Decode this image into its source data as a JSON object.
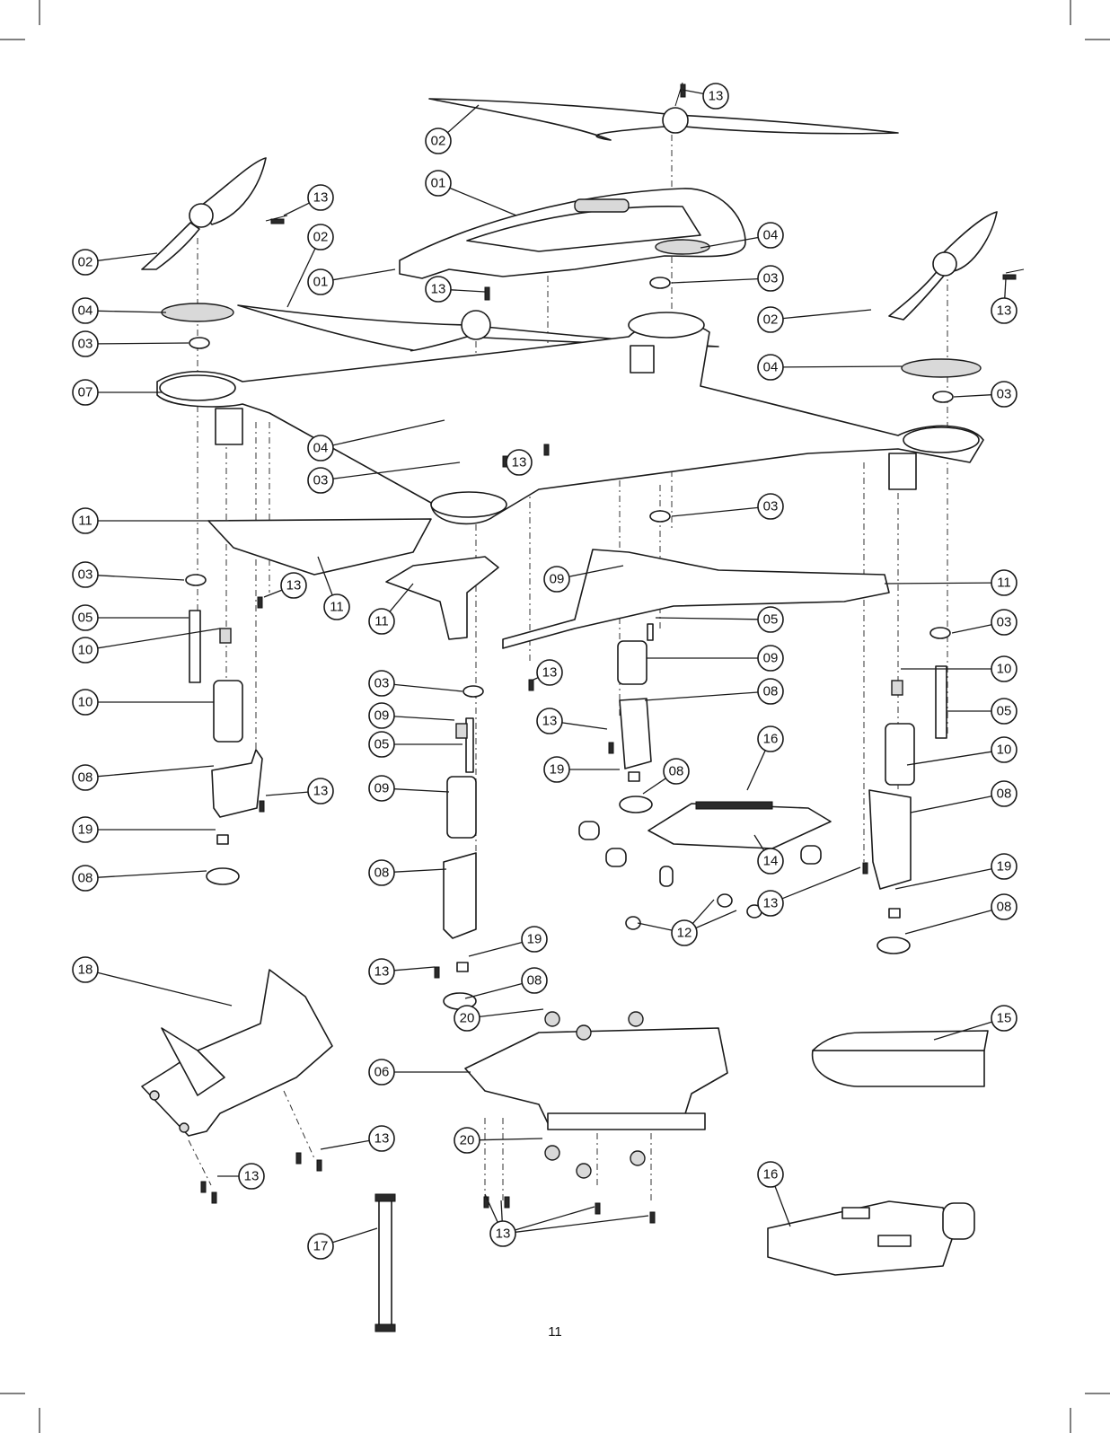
{
  "page_number": "11",
  "callouts": [
    {
      "id": "c-02-top",
      "label": "02"
    },
    {
      "id": "c-13-top",
      "label": "13"
    },
    {
      "id": "c-01-a",
      "label": "01"
    },
    {
      "id": "c-13-a",
      "label": "13"
    },
    {
      "id": "c-02-b",
      "label": "02"
    },
    {
      "id": "c-02-left",
      "label": "02"
    },
    {
      "id": "c-01-b",
      "label": "01"
    },
    {
      "id": "c-13-b",
      "label": "13"
    },
    {
      "id": "c-04-a",
      "label": "04"
    },
    {
      "id": "c-03-a",
      "label": "03"
    },
    {
      "id": "c-04-b",
      "label": "04"
    },
    {
      "id": "c-03-b",
      "label": "03"
    },
    {
      "id": "c-07",
      "label": "07"
    },
    {
      "id": "c-02-right",
      "label": "02"
    },
    {
      "id": "c-13-c",
      "label": "13"
    },
    {
      "id": "c-04-c",
      "label": "04"
    },
    {
      "id": "c-03-c",
      "label": "03"
    },
    {
      "id": "c-04-d",
      "label": "04"
    },
    {
      "id": "c-13-d",
      "label": "13"
    },
    {
      "id": "c-03-d",
      "label": "03"
    },
    {
      "id": "c-03-e",
      "label": "03"
    },
    {
      "id": "c-11-a",
      "label": "11"
    },
    {
      "id": "c-03-f",
      "label": "03"
    },
    {
      "id": "c-13-e",
      "label": "13"
    },
    {
      "id": "c-11-b",
      "label": "11"
    },
    {
      "id": "c-11-c",
      "label": "11"
    },
    {
      "id": "c-09-a",
      "label": "09"
    },
    {
      "id": "c-11-d",
      "label": "11"
    },
    {
      "id": "c-05-a",
      "label": "05"
    },
    {
      "id": "c-10-a",
      "label": "10"
    },
    {
      "id": "c-05-b",
      "label": "05"
    },
    {
      "id": "c-03-g",
      "label": "03"
    },
    {
      "id": "c-13-f",
      "label": "13"
    },
    {
      "id": "c-09-b",
      "label": "09"
    },
    {
      "id": "c-10-b",
      "label": "10"
    },
    {
      "id": "c-03-h",
      "label": "03"
    },
    {
      "id": "c-08-a",
      "label": "08"
    },
    {
      "id": "c-10-c",
      "label": "10"
    },
    {
      "id": "c-09-c",
      "label": "09"
    },
    {
      "id": "c-13-g",
      "label": "13"
    },
    {
      "id": "c-05-c",
      "label": "05"
    },
    {
      "id": "c-05-d",
      "label": "05"
    },
    {
      "id": "c-16-a",
      "label": "16"
    },
    {
      "id": "c-08-b",
      "label": "08"
    },
    {
      "id": "c-13-h",
      "label": "13"
    },
    {
      "id": "c-09-d",
      "label": "09"
    },
    {
      "id": "c-19-a",
      "label": "19"
    },
    {
      "id": "c-08-c",
      "label": "08"
    },
    {
      "id": "c-10-d",
      "label": "10"
    },
    {
      "id": "c-19-b",
      "label": "19"
    },
    {
      "id": "c-08-d",
      "label": "08"
    },
    {
      "id": "c-14",
      "label": "14"
    },
    {
      "id": "c-08-e",
      "label": "08"
    },
    {
      "id": "c-08-f",
      "label": "08"
    },
    {
      "id": "c-13-i",
      "label": "13"
    },
    {
      "id": "c-19-c",
      "label": "19"
    },
    {
      "id": "c-08-g",
      "label": "08"
    },
    {
      "id": "c-12",
      "label": "12"
    },
    {
      "id": "c-19-d",
      "label": "19"
    },
    {
      "id": "c-18",
      "label": "18"
    },
    {
      "id": "c-13-j",
      "label": "13"
    },
    {
      "id": "c-08-h",
      "label": "08"
    },
    {
      "id": "c-20-a",
      "label": "20"
    },
    {
      "id": "c-15",
      "label": "15"
    },
    {
      "id": "c-06",
      "label": "06"
    },
    {
      "id": "c-13-k",
      "label": "13"
    },
    {
      "id": "c-20-b",
      "label": "20"
    },
    {
      "id": "c-13-l",
      "label": "13"
    },
    {
      "id": "c-16-b",
      "label": "16"
    },
    {
      "id": "c-17",
      "label": "17"
    },
    {
      "id": "c-13-m",
      "label": "13"
    }
  ]
}
